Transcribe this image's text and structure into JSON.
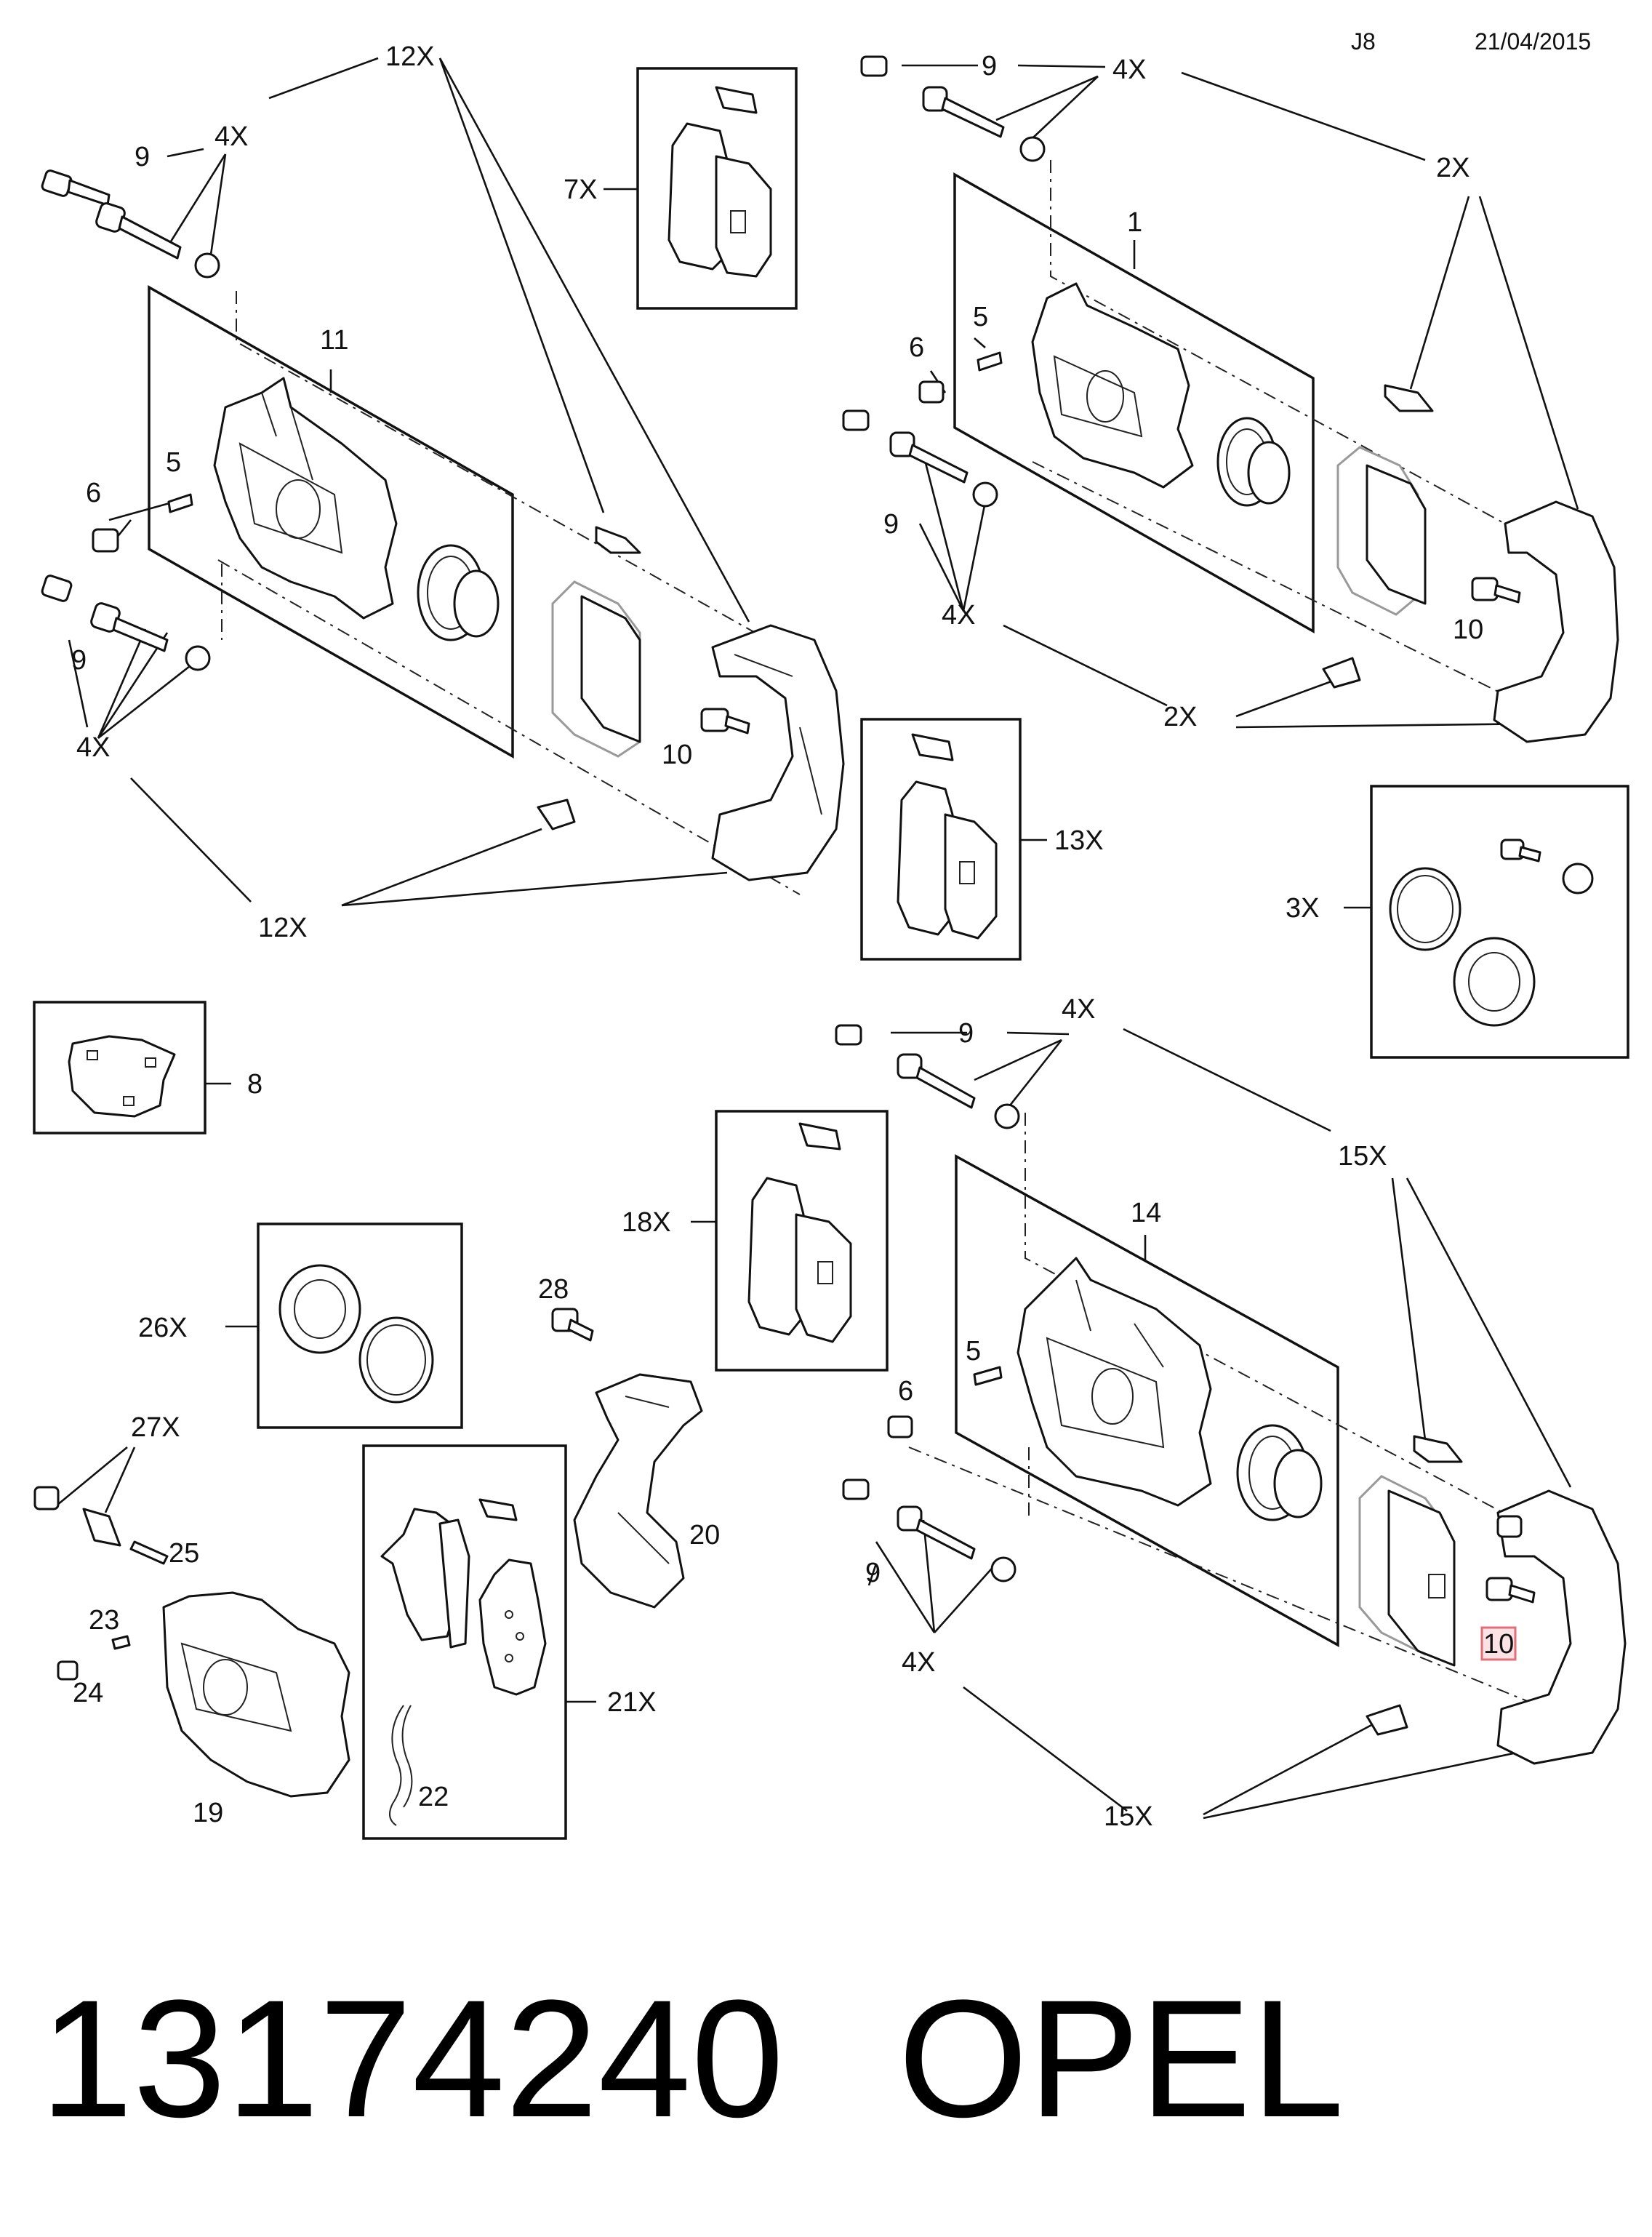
{
  "header": {
    "code": "J8",
    "date": "21/04/2015"
  },
  "footer": {
    "part_number": "13174240",
    "brand": "OPEL"
  },
  "labels": {
    "l1": "1",
    "l2x_a": "2X",
    "l2x_b": "2X",
    "l3x": "3X",
    "l4x": "4X",
    "l5": "5",
    "l6": "6",
    "l7x": "7X",
    "l8": "8",
    "l9": "9",
    "l10": "10",
    "l11": "11",
    "l12x": "12X",
    "l13x": "13X",
    "l14": "14",
    "l15x": "15X",
    "l18x": "18X",
    "l19": "19",
    "l20": "20",
    "l21x": "21X",
    "l22": "22",
    "l23": "23",
    "l24": "24",
    "l25": "25",
    "l26x": "26X",
    "l27x": "27X",
    "l28": "28"
  },
  "highlight": {
    "label": "10",
    "color": "#e0707a"
  }
}
